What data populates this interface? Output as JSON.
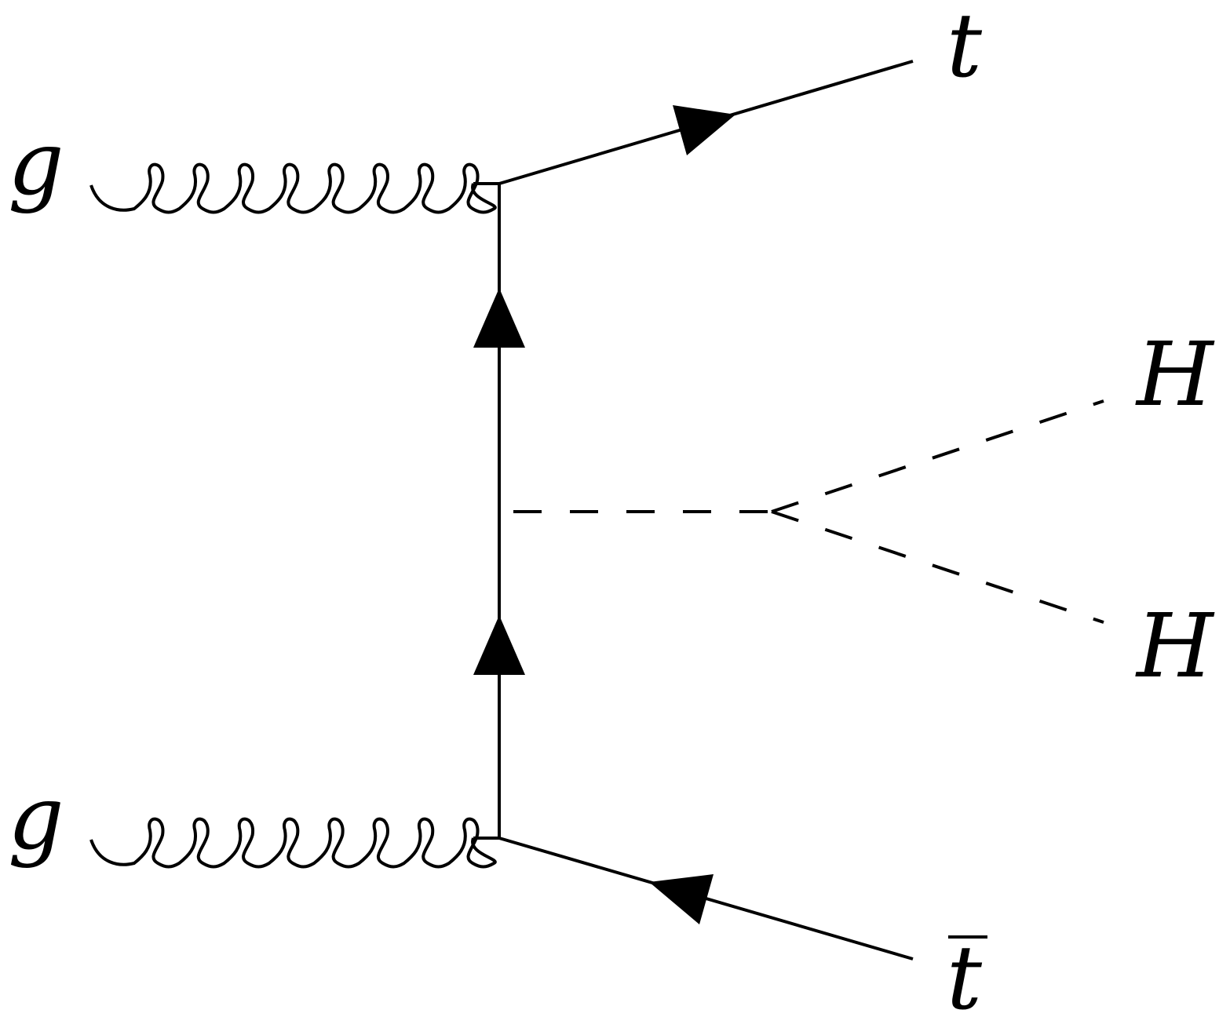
{
  "diagram": {
    "type": "feynman",
    "particles": {
      "gluon_top": "g",
      "gluon_bottom": "g",
      "top_quark": "t",
      "antitop_quark": "t",
      "higgs_upper": "H",
      "higgs_lower": "H"
    },
    "colors": {
      "line": "#000000",
      "background": "#ffffff"
    }
  }
}
